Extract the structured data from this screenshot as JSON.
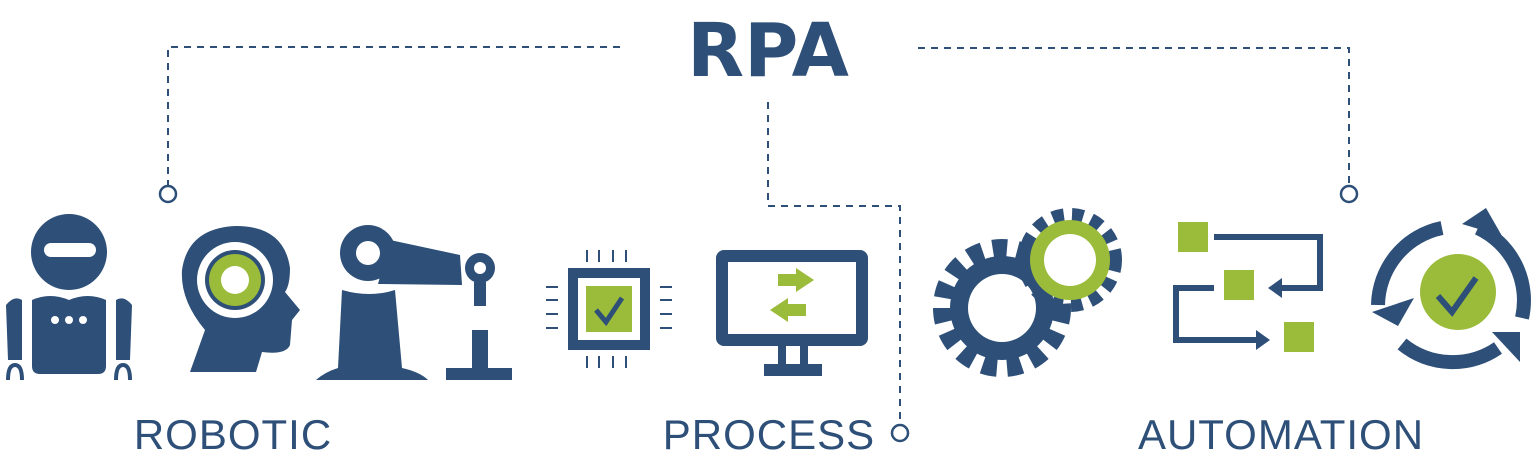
{
  "title": "RPA",
  "labels": {
    "robotic": "ROBOTIC",
    "process": "PROCESS",
    "automation": "AUTOMATION"
  },
  "colors": {
    "primary": "#2d4f78",
    "accent": "#9bbb3a"
  },
  "icons": [
    "robot-icon",
    "head-gear-icon",
    "robotic-arm-icon",
    "chip-check-icon",
    "monitor-exchange-icon",
    "gears-icon",
    "flowchart-icon",
    "cycle-check-icon"
  ]
}
